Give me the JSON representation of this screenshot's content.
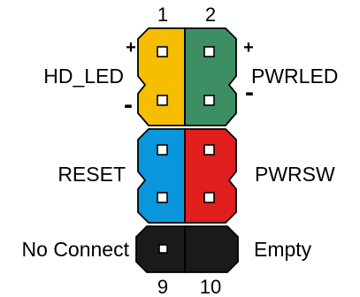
{
  "header": {
    "pin_numbers": {
      "top_left": "1",
      "top_right": "2",
      "bottom_left": "9",
      "bottom_right": "10"
    }
  },
  "groups": {
    "hd_led": {
      "label": "HD_LED",
      "plus": "+",
      "minus": "-",
      "color": "#F6BE00"
    },
    "pwrled": {
      "label": "PWRLED",
      "plus": "+",
      "minus": "-",
      "color": "#3E8E64"
    },
    "reset": {
      "label": "RESET",
      "color": "#0A96DC"
    },
    "pwrsw": {
      "label": "PWRSW",
      "color": "#E01E1E"
    },
    "no_connect": {
      "label": "No Connect",
      "color": "#1A1A1A"
    },
    "empty": {
      "label": "Empty",
      "color": "#1A1A1A"
    }
  }
}
